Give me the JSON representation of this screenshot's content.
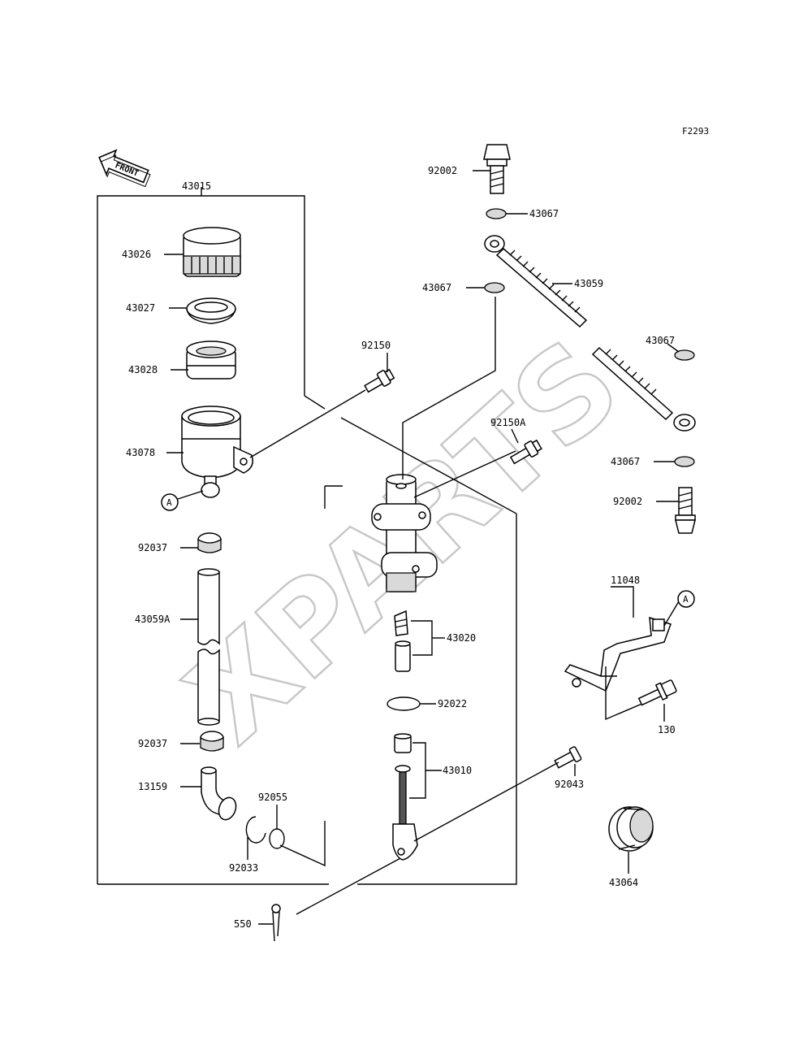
{
  "figure_code": "F2293",
  "front_label": "FRONT",
  "watermark": "XPARTS",
  "reference_marker": "A",
  "parts": {
    "p43015": "43015",
    "p43026": "43026",
    "p43027": "43027",
    "p43028": "43028",
    "p43078": "43078",
    "p92037a": "92037",
    "p43059A": "43059A",
    "p92037b": "92037",
    "p13159": "13159",
    "p92055": "92055",
    "p92033": "92033",
    "p550": "550",
    "p92150": "92150",
    "p92150A": "92150A",
    "p43020": "43020",
    "p92022": "92022",
    "p43010": "43010",
    "p92043": "92043",
    "p92002a": "92002",
    "p43067a": "43067",
    "p43067b": "43067",
    "p43059": "43059",
    "p43067c": "43067",
    "p43067d": "43067",
    "p92002b": "92002",
    "p11048": "11048",
    "p130": "130",
    "p43064": "43064"
  }
}
